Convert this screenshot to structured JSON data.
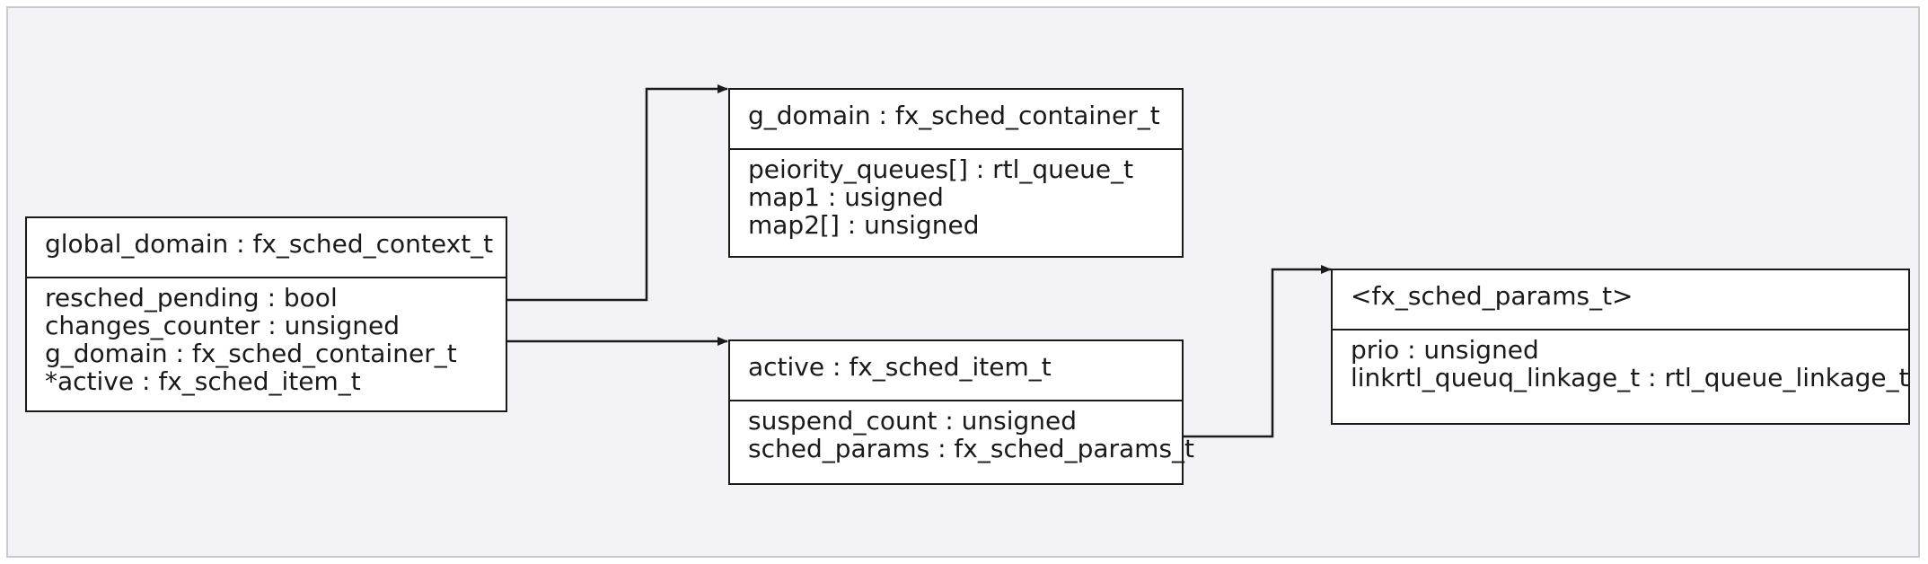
{
  "colors": {
    "background": "#f3f3f7",
    "box_fill": "#ffffff",
    "stroke": "#1a1a1a"
  },
  "boxes": {
    "context": {
      "title": "global_domain : fx_sched_context_t",
      "fields": [
        "resched_pending : bool",
        "changes_counter : unsigned",
        "g_domain : fx_sched_container_t",
        "*active : fx_sched_item_t"
      ]
    },
    "container": {
      "title": "g_domain : fx_sched_container_t",
      "fields": [
        "peiority_queues[] : rtl_queue_t",
        "map1 : usigned",
        "map2[] : unsigned"
      ]
    },
    "item": {
      "title": "active : fx_sched_item_t",
      "fields": [
        "suspend_count : unsigned",
        "sched_params : fx_sched_params_t"
      ]
    },
    "params": {
      "title": "<fx_sched_params_t>",
      "fields": [
        "prio : unsigned",
        "linkrtl_queuq_linkage_t : rtl_queue_linkage_t"
      ]
    }
  },
  "connections": [
    {
      "from": "context",
      "to": "container"
    },
    {
      "from": "context",
      "to": "item"
    },
    {
      "from": "item",
      "to": "params"
    }
  ]
}
